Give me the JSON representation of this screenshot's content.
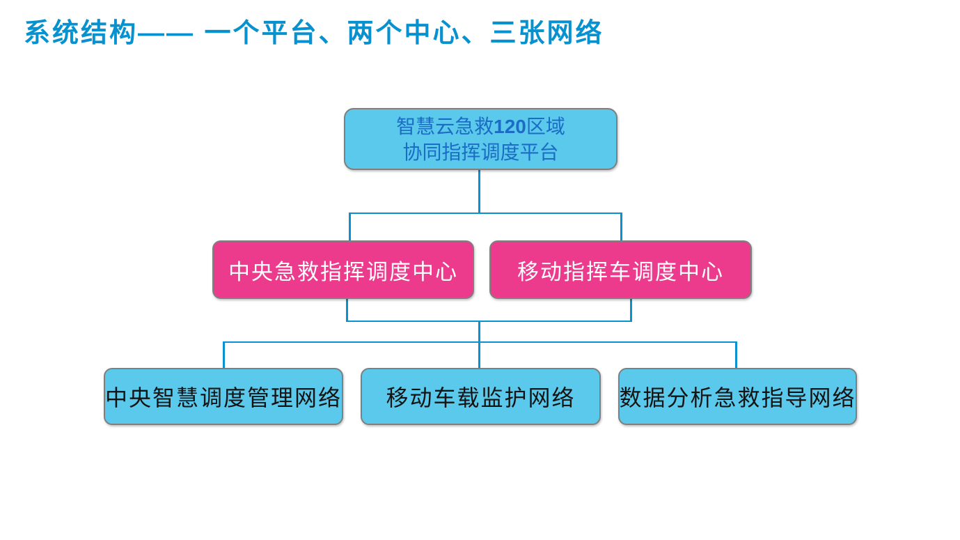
{
  "title": "系统结构—— 一个平台、两个中心、三张网络",
  "colors": {
    "title_blue": "#0792CF",
    "connector_blue": "#0992CF",
    "light_blue_box_fill": "#5BC9EB",
    "pink_box_fill": "#EC3A8C",
    "box_border_gray": "#7F7F7F",
    "platform_text_blue": "#1B6CC4",
    "network_text_black": "#141414",
    "center_text_white": "#ffffff"
  },
  "platform_box": {
    "line1_prefix": "智慧云急救",
    "line1_number": "120",
    "line1_suffix": "区域",
    "line2": "协同指挥调度平台"
  },
  "center_boxes": [
    {
      "label": "中央急救指挥调度中心"
    },
    {
      "label": "移动指挥车调度中心"
    }
  ],
  "network_boxes": [
    {
      "label": "中央智慧调度管理网络"
    },
    {
      "label": "移动车载监护网络"
    },
    {
      "label": "数据分析急救指导网络"
    }
  ]
}
